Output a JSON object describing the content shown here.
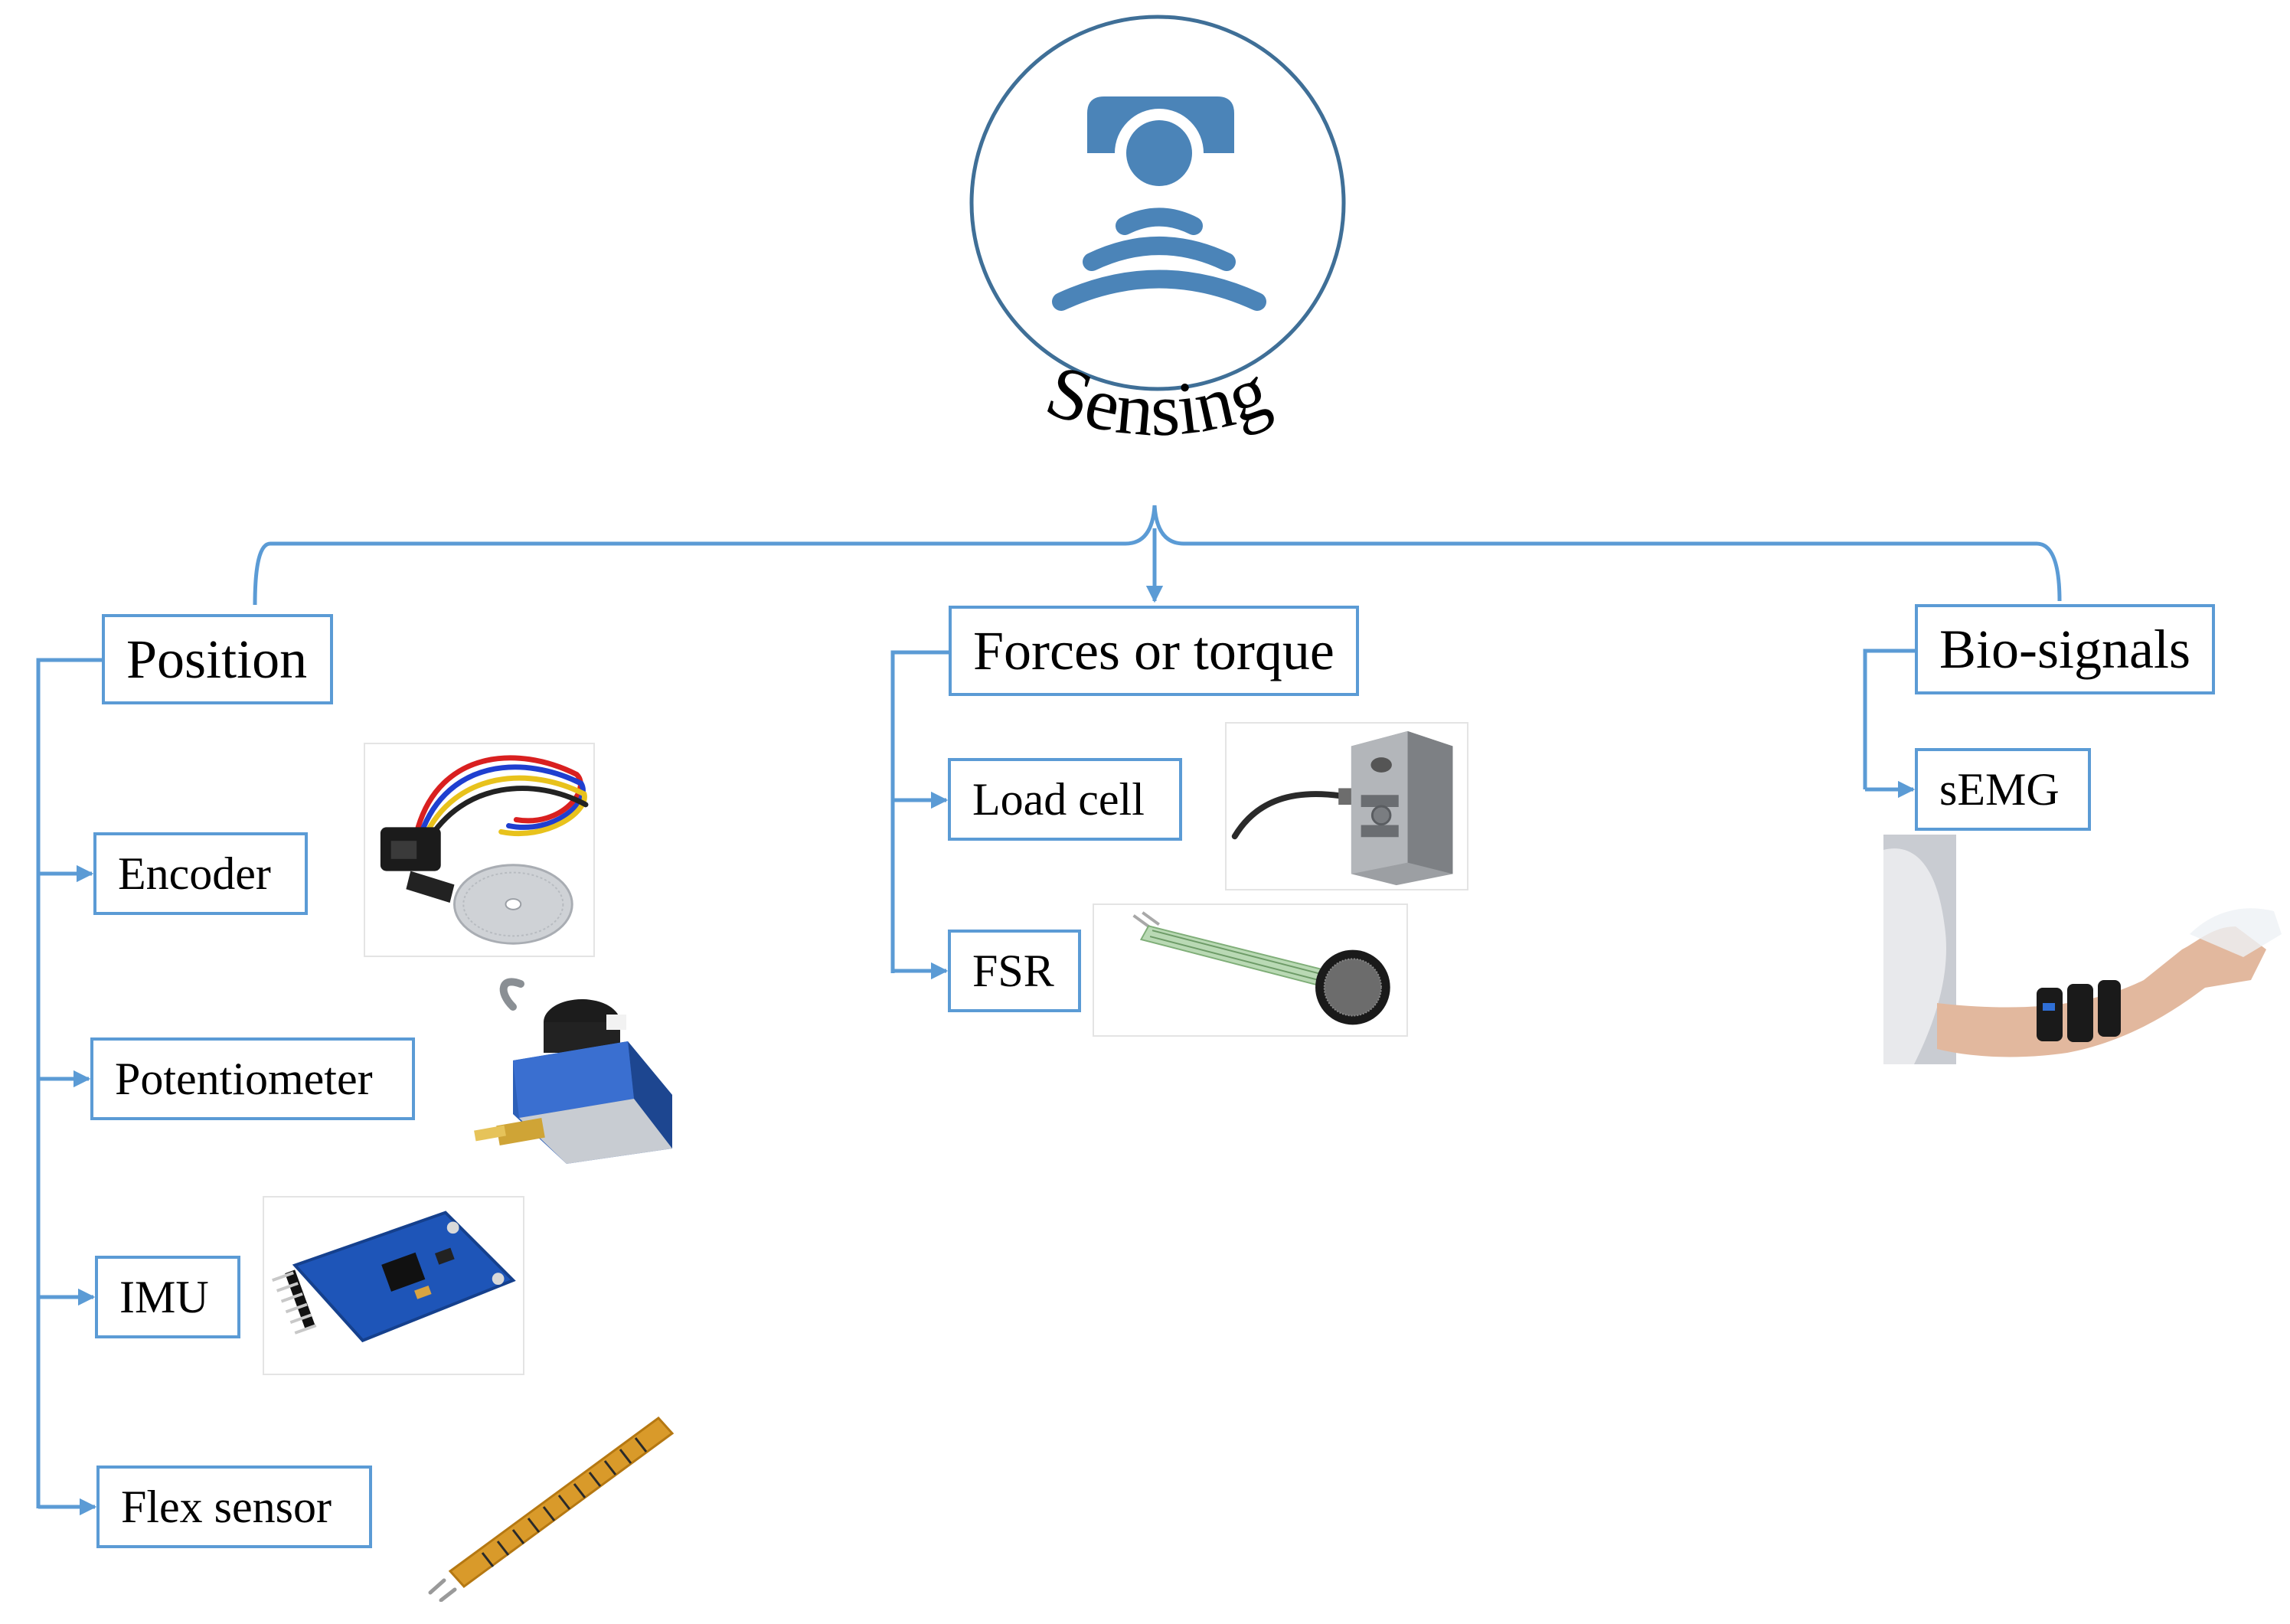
{
  "diagram": {
    "root": {
      "label": "Sensing",
      "icon": "sensor-signal-icon"
    },
    "colors": {
      "connector": "#5b9bd5",
      "icon": "#4b84b8",
      "box_border": "#5b9bd5",
      "text": "#000000"
    },
    "categories": [
      {
        "label": "Position",
        "items": [
          {
            "label": "Encoder",
            "image": "rotary-encoder-photo"
          },
          {
            "label": "Potentiometer",
            "image": "draw-wire-potentiometer-photo"
          },
          {
            "label": "IMU",
            "image": "imu-board-photo"
          },
          {
            "label": "Flex sensor",
            "image": "flex-sensor-photo"
          }
        ]
      },
      {
        "label": "Forces or torque",
        "items": [
          {
            "label": "Load cell",
            "image": "s-type-load-cell-photo"
          },
          {
            "label": "FSR",
            "image": "force-sensitive-resistor-photo"
          }
        ]
      },
      {
        "label": "Bio-signals",
        "items": [
          {
            "label": "sEMG",
            "image": "emg-armband-on-forearm-photo"
          }
        ]
      }
    ]
  }
}
